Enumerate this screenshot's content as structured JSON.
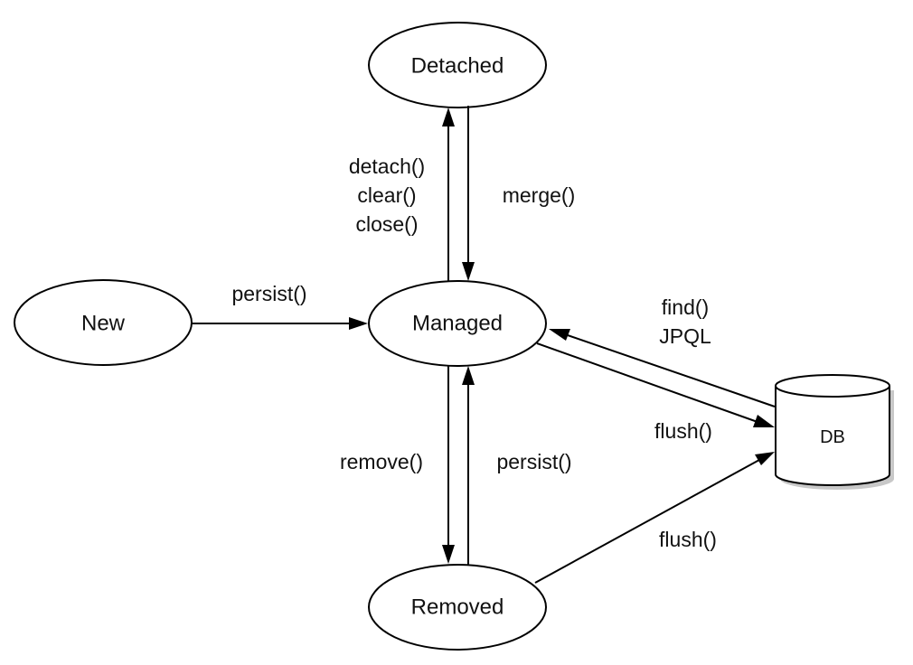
{
  "diagram": {
    "nodes": {
      "detached": "Detached",
      "new": "New",
      "managed": "Managed",
      "removed": "Removed",
      "db": "DB"
    },
    "edges": {
      "managed_to_detached": [
        "detach()",
        "clear()",
        "close()"
      ],
      "detached_to_managed": "merge()",
      "new_to_managed": "persist()",
      "db_to_managed": [
        "find()",
        "JPQL"
      ],
      "managed_to_db": "flush()",
      "managed_to_removed": "remove()",
      "removed_to_managed": "persist()",
      "removed_to_db": "flush()"
    }
  }
}
